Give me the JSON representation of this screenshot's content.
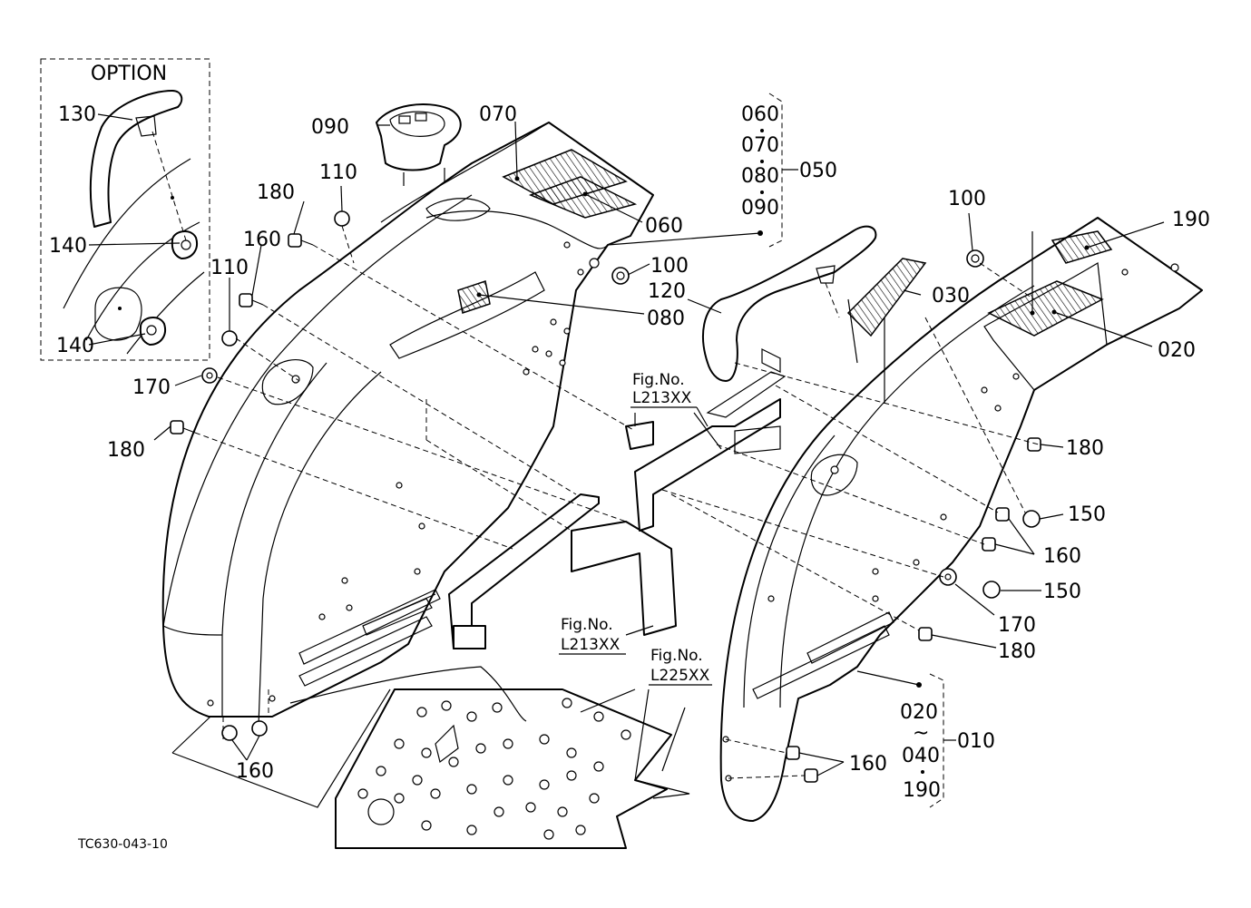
{
  "option_box": {
    "title": "OPTION"
  },
  "callouts": {
    "c130": "130",
    "c140a": "140",
    "c140b": "140",
    "c090": "090",
    "c070": "070",
    "c110a": "110",
    "c110b": "110",
    "c180a": "180",
    "c160a": "160",
    "c170a": "170",
    "c180b": "180",
    "c060": "060",
    "c100a": "100",
    "c080": "080",
    "c120": "120",
    "c030": "030",
    "c100b": "100",
    "c190": "190",
    "c020": "020",
    "c180c": "180",
    "c150a": "150",
    "c160b": "160",
    "c150b": "150",
    "c170b": "170",
    "c180d": "180",
    "c160c": "160",
    "c160d": "160"
  },
  "group_050": {
    "items": [
      "060",
      "070",
      "080",
      "090"
    ],
    "label": "050"
  },
  "group_010": {
    "item1": "020",
    "tilde": "~",
    "item2": "040",
    "item3": "190",
    "label": "010"
  },
  "figure_refs": {
    "ref1_title": "Fig.No.",
    "ref1_code": "L213XX",
    "ref2_title": "Fig.No.",
    "ref2_code": "L213XX",
    "ref3_title": "Fig.No.",
    "ref3_code": "L225XX"
  },
  "footer": {
    "drawing_code": "TC630-043-10"
  }
}
